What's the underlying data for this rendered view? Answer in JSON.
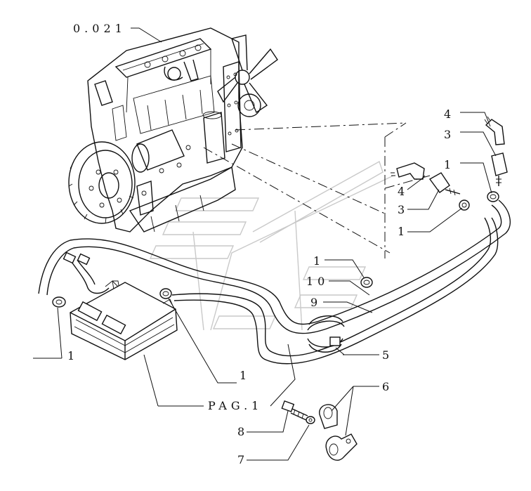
{
  "callouts": {
    "c00021": "0.021",
    "c4a": "4",
    "c3a": "3",
    "c1a": "1",
    "c4b": "4",
    "c3b": "3",
    "c1b": "1",
    "c1c": "1",
    "c10": "10",
    "c9": "9",
    "c5": "5",
    "c6": "6",
    "c8": "8",
    "c7": "7",
    "c1left": "1",
    "c1mid": "1",
    "pag": "PAG.1"
  }
}
